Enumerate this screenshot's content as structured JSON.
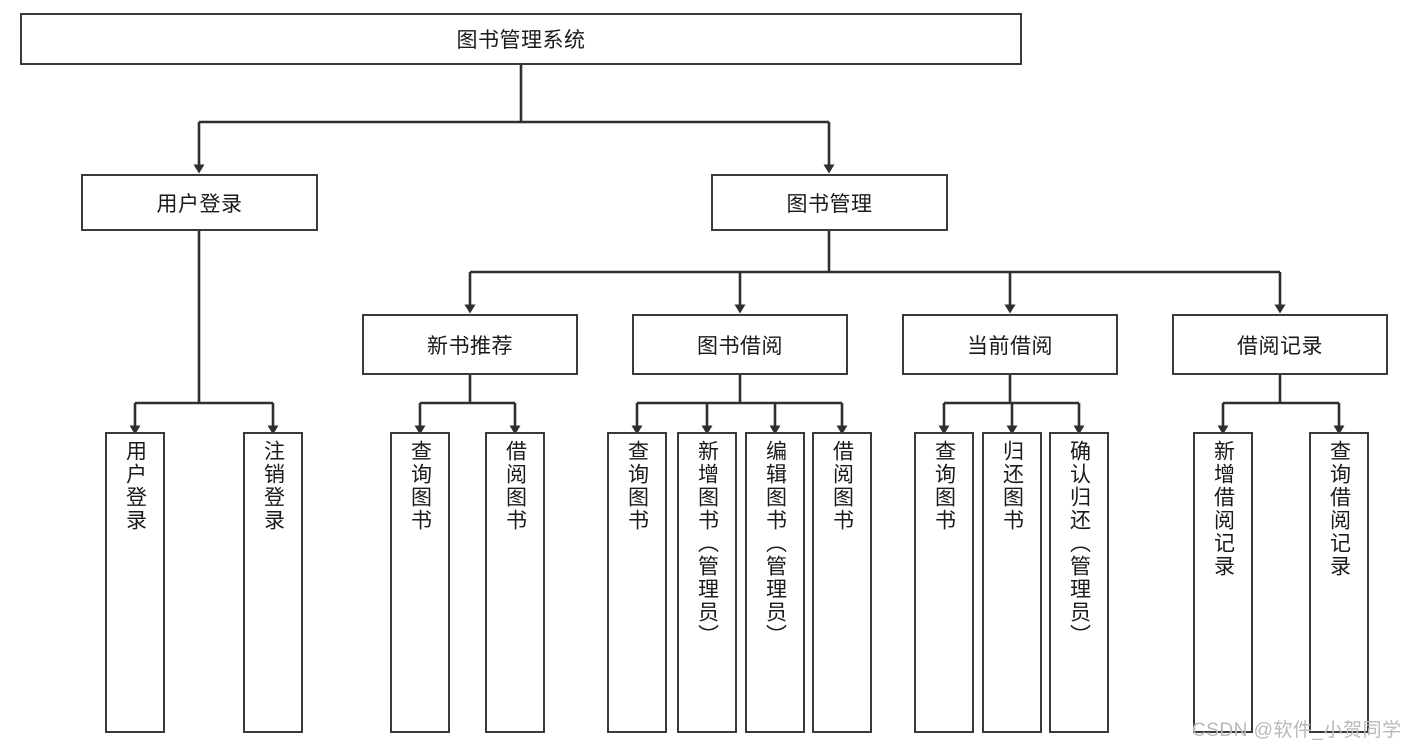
{
  "diagram": {
    "type": "hierarchy-tree",
    "title": "图书管理系统",
    "root": {
      "label": "图书管理系统"
    },
    "level2": [
      {
        "label": "用户登录"
      },
      {
        "label": "图书管理"
      }
    ],
    "level3": [
      {
        "label": "新书推荐"
      },
      {
        "label": "图书借阅"
      },
      {
        "label": "当前借阅"
      },
      {
        "label": "借阅记录"
      }
    ],
    "leaves": {
      "user_login": [
        {
          "label": "用户登录"
        },
        {
          "label": "注销登录"
        }
      ],
      "new_book_recommend": [
        {
          "label": "查询图书"
        },
        {
          "label": "借阅图书"
        }
      ],
      "book_borrow": [
        {
          "label": "查询图书"
        },
        {
          "label": "新增图书（管理员）"
        },
        {
          "label": "编辑图书（管理员）"
        },
        {
          "label": "借阅图书"
        }
      ],
      "current_borrow": [
        {
          "label": "查询图书"
        },
        {
          "label": "归还图书"
        },
        {
          "label": "确认归还（管理员）"
        }
      ],
      "borrow_records": [
        {
          "label": "新增借阅记录"
        },
        {
          "label": "查询借阅记录"
        }
      ]
    }
  },
  "watermark": {
    "text": "CSDN @软件_小贺同学"
  },
  "colors": {
    "stroke": "#3a3a3a",
    "background": "#ffffff",
    "text": "#1a1a1a",
    "watermark": "#b9b9b9"
  }
}
